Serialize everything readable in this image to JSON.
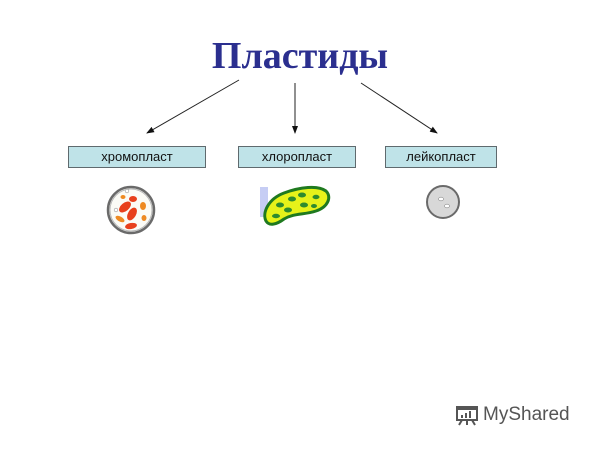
{
  "title": "Пластиды",
  "categories": [
    {
      "label": "хромопласт",
      "image": "chromoplast-illustration"
    },
    {
      "label": "хлоропласт",
      "image": "chloroplast-illustration"
    },
    {
      "label": "лейкопласт",
      "image": "leucoplast-illustration"
    }
  ],
  "colors": {
    "title": "#2b2f8f",
    "box_fill": "#bfe3e8",
    "box_border": "#5f6a6e",
    "chromoplast_pigment": "#e8401c",
    "chloroplast_fill": "#e6f21a",
    "chloroplast_border": "#1f7a1f",
    "leucoplast_fill": "#d8d8d8"
  },
  "watermark": {
    "text": "MyShared",
    "icon": "presentation-board-icon"
  }
}
